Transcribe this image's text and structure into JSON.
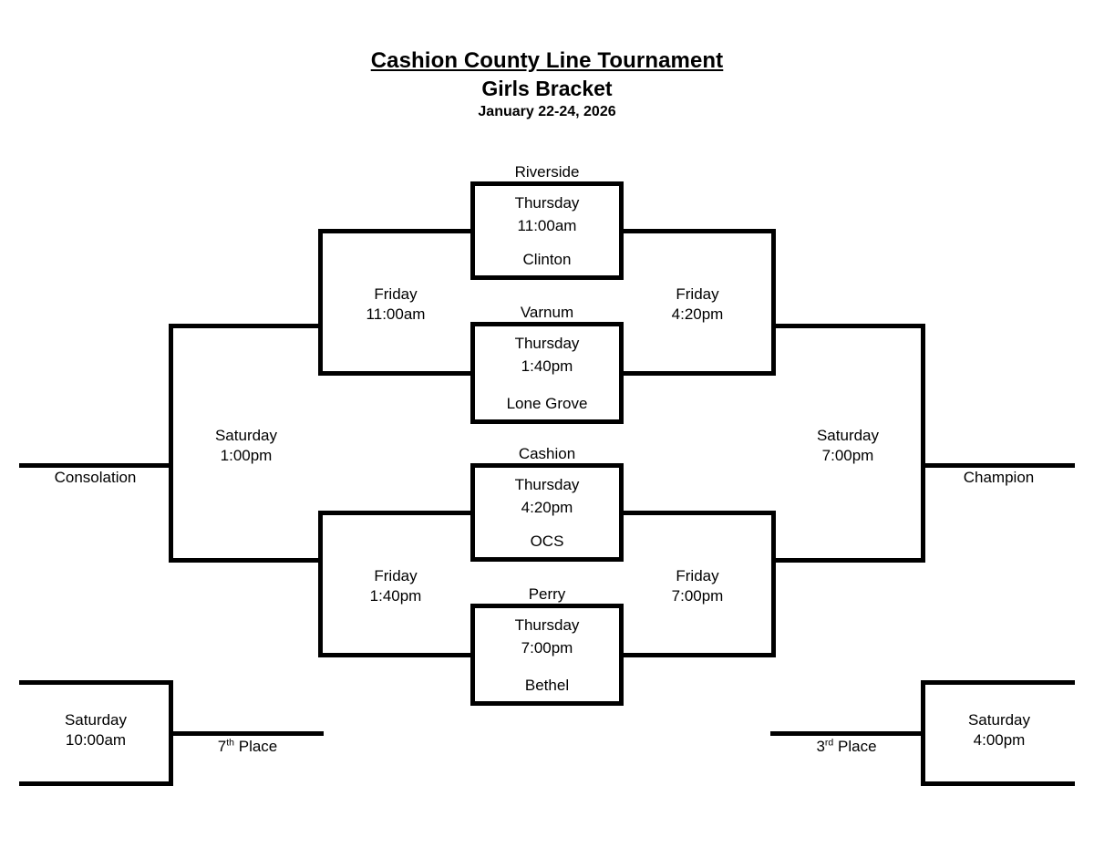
{
  "header": {
    "tournament_name": "Cashion County Line Tournament",
    "bracket_name": "Girls Bracket",
    "dates": "January 22-24, 2026"
  },
  "games": {
    "quarterfinals": [
      {
        "top_team": "Riverside",
        "day": "Thursday",
        "time": "11:00am",
        "bottom_team": "Clinton"
      },
      {
        "top_team": "Varnum",
        "day": "Thursday",
        "time": "1:40pm",
        "bottom_team": "Lone Grove"
      },
      {
        "top_team": "Cashion",
        "day": "Thursday",
        "time": "4:20pm",
        "bottom_team": "OCS"
      },
      {
        "top_team": "Perry",
        "day": "Thursday",
        "time": "7:00pm",
        "bottom_team": "Bethel"
      }
    ],
    "losers_upper": {
      "day": "Friday",
      "time": "11:00am"
    },
    "losers_lower": {
      "day": "Friday",
      "time": "1:40pm"
    },
    "winners_upper": {
      "day": "Friday",
      "time": "4:20pm"
    },
    "winners_lower": {
      "day": "Friday",
      "time": "7:00pm"
    },
    "consolation_final": {
      "day": "Saturday",
      "time": "1:00pm"
    },
    "championship": {
      "day": "Saturday",
      "time": "7:00pm"
    },
    "seventh_place": {
      "day": "Saturday",
      "time": "10:00am"
    },
    "third_place": {
      "day": "Saturday",
      "time": "4:00pm"
    }
  },
  "outcomes": {
    "consolation": "Consolation",
    "champion": "Champion",
    "seventh_place_ordinal": "7",
    "seventh_place_suffix": "th",
    "seventh_place_word": "Place",
    "third_place_ordinal": "3",
    "third_place_suffix": "rd",
    "third_place_word": "Place"
  },
  "style": {
    "line_color": "#000000",
    "background": "#ffffff"
  }
}
